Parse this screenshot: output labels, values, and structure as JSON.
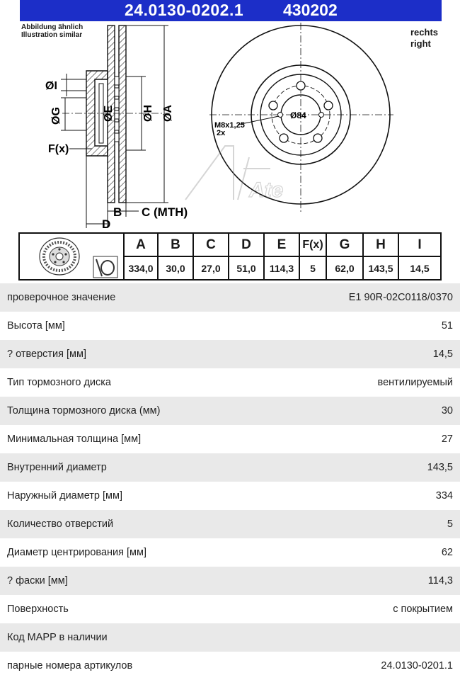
{
  "header": {
    "part_number": "24.0130-0202.1",
    "alt_number": "430202"
  },
  "drawing": {
    "note_de": "Abbildung ähnlich",
    "note_en": "Illustration similar",
    "side_de": "rechts",
    "side_en": "right",
    "labels": {
      "i": "ØI",
      "g": "ØG",
      "e": "ØE",
      "h": "ØH",
      "a": "ØA",
      "f": "F(x)",
      "b": "B",
      "c": "C (MTH)",
      "d": "D",
      "center": "Ø84",
      "thread": "M8x1,25",
      "thread_count": "2x",
      "watermark": "Ate"
    }
  },
  "dimensions": {
    "headers": [
      "A",
      "B",
      "C",
      "D",
      "E",
      "F(x)",
      "G",
      "H",
      "I"
    ],
    "values": [
      "334,0",
      "30,0",
      "27,0",
      "51,0",
      "114,3",
      "5",
      "62,0",
      "143,5",
      "14,5"
    ]
  },
  "specs": [
    {
      "label": "проверочное значение",
      "value": "E1 90R-02C0118/0370"
    },
    {
      "label": "Высота [мм]",
      "value": "51"
    },
    {
      "label": "? отверстия [мм]",
      "value": "14,5"
    },
    {
      "label": "Тип тормозного диска",
      "value": "вентилируемый"
    },
    {
      "label": "Толщина тормозного диска (мм)",
      "value": "30"
    },
    {
      "label": "Минимальная толщина [мм]",
      "value": "27"
    },
    {
      "label": "Внутренний диаметр",
      "value": "143,5"
    },
    {
      "label": "Наружный диаметр [мм]",
      "value": "334"
    },
    {
      "label": "Количество отверстий",
      "value": "5"
    },
    {
      "label": "Диаметр центрирования [мм]",
      "value": "62"
    },
    {
      "label": "? фаски [мм]",
      "value": "114,3"
    },
    {
      "label": "Поверхность",
      "value": "с покрытием"
    },
    {
      "label": "Код MAPP в наличии",
      "value": ""
    },
    {
      "label": "парные номера артикулов",
      "value": "24.0130-0201.1"
    }
  ]
}
